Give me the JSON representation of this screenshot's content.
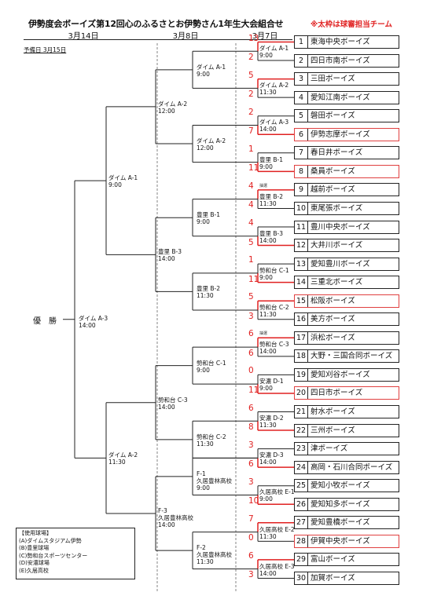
{
  "title": "伊勢度会ボーイズ第12回心のふるさとお伊勢さん1年生大会組合せ",
  "note": "※太枠は球審担当チーム",
  "dates": {
    "d1": "3月14日",
    "d2": "3月8日",
    "d3": "3月7日"
  },
  "yobi": "予備日 3月15日",
  "winner": "優　勝",
  "teams": [
    {
      "no": "1",
      "name": "東海中央ボーイズ",
      "bold": false
    },
    {
      "no": "2",
      "name": "四日市南ボーイズ",
      "bold": false
    },
    {
      "no": "3",
      "name": "三田ボーイズ",
      "bold": false
    },
    {
      "no": "4",
      "name": "愛知江南ボーイズ",
      "bold": false
    },
    {
      "no": "5",
      "name": "磐田ボーイズ",
      "bold": false
    },
    {
      "no": "6",
      "name": "伊勢志摩ボーイズ",
      "bold": true
    },
    {
      "no": "7",
      "name": "春日井ボーイズ",
      "bold": false
    },
    {
      "no": "8",
      "name": "桑員ボーイズ",
      "bold": true
    },
    {
      "no": "9",
      "name": "越前ボーイズ",
      "bold": false
    },
    {
      "no": "10",
      "name": "東尾張ボーイズ",
      "bold": false
    },
    {
      "no": "11",
      "name": "豊川中央ボーイズ",
      "bold": false
    },
    {
      "no": "12",
      "name": "大井川ボーイズ",
      "bold": false
    },
    {
      "no": "13",
      "name": "愛知豊川ボーイズ",
      "bold": false
    },
    {
      "no": "14",
      "name": "三重北ボーイズ",
      "bold": false
    },
    {
      "no": "15",
      "name": "松阪ボーイズ",
      "bold": true
    },
    {
      "no": "16",
      "name": "美方ボーイズ",
      "bold": false
    },
    {
      "no": "17",
      "name": "浜松ボーイズ",
      "bold": false
    },
    {
      "no": "18",
      "name": "大野・三国合同ボーイズ",
      "bold": false
    },
    {
      "no": "19",
      "name": "愛知刈谷ボーイズ",
      "bold": false
    },
    {
      "no": "20",
      "name": "四日市ボーイズ",
      "bold": true
    },
    {
      "no": "21",
      "name": "射水ボーイズ",
      "bold": false
    },
    {
      "no": "22",
      "name": "三州ボーイズ",
      "bold": false
    },
    {
      "no": "23",
      "name": "津ボーイズ",
      "bold": false
    },
    {
      "no": "24",
      "name": "高岡・石川合同ボーイズ",
      "bold": false
    },
    {
      "no": "25",
      "name": "愛知小牧ボーイズ",
      "bold": false
    },
    {
      "no": "26",
      "name": "愛知知多ボーイズ",
      "bold": false
    },
    {
      "no": "27",
      "name": "愛知豊橋ボーイズ",
      "bold": false
    },
    {
      "no": "28",
      "name": "伊賀中央ボーイズ",
      "bold": true
    },
    {
      "no": "29",
      "name": "富山ボーイズ",
      "bold": false
    },
    {
      "no": "30",
      "name": "加賀ボーイズ",
      "bold": false
    }
  ],
  "r1": [
    {
      "label": "ダイム A-1\n9:00",
      "s1": "13",
      "s2": "2",
      "small": ""
    },
    {
      "label": "ダイム A-2\n11:30",
      "s1": "5",
      "s2": "2",
      "small": ""
    },
    {
      "label": "ダイム A-3\n14:00",
      "s1": "2",
      "s2": "7",
      "small": ""
    },
    {
      "label": "豊里 B-1\n9:00",
      "s1": "1",
      "s2": "11",
      "small": ""
    },
    {
      "label": "豊里 B-2\n11:30",
      "s1": "4",
      "s2": "4",
      "small": "抽選"
    },
    {
      "label": "豊里 B-3\n14:00",
      "s1": "4",
      "s2": "5",
      "small": ""
    },
    {
      "label": "勢和台 C-1\n9:00",
      "s1": "1",
      "s2": "11",
      "small": ""
    },
    {
      "label": "勢和台 C-2\n11:30",
      "s1": "5",
      "s2": "3",
      "small": ""
    },
    {
      "label": "勢和台 C-3\n14:00",
      "s1": "6",
      "s2": "6",
      "small": "抽選"
    },
    {
      "label": "安濃 D-1\n9:00",
      "s1": "0",
      "s2": "11",
      "small": ""
    },
    {
      "label": "安濃 D-2\n11:30",
      "s1": "6",
      "s2": "8",
      "small": ""
    },
    {
      "label": "安濃 D-3\n14:00",
      "s1": "3",
      "s2": "6",
      "small": ""
    },
    {
      "label": "久居高校 E-1\n9:00",
      "s1": "3",
      "s2": "10",
      "small": ""
    },
    {
      "label": "久居高校 E-2\n11:30",
      "s1": "7",
      "s2": "0",
      "small": ""
    },
    {
      "label": "久居高校 E-3\n14:00",
      "s1": "6",
      "s2": "3",
      "small": ""
    }
  ],
  "r2": [
    {
      "label": "ダイム A-1\n9:00"
    },
    {
      "label": "ダイム A-2\n12:00"
    },
    {
      "label": "豊里 B-1\n9:00"
    },
    {
      "label": "豊里 B-2\n11:30"
    },
    {
      "label": "勢和台 C-1\n9:00"
    },
    {
      "label": "勢和台 C-2\n11:30"
    },
    {
      "label": "F-1\n久居豊林高校\n9:00"
    },
    {
      "label": "F-2\n久居豊林高校\n11:30"
    }
  ],
  "r3": [
    {
      "label": "豊里 B-3\n14:00"
    },
    {
      "label": "勢和台 C-3\n14:00"
    },
    {
      "label": "F-3\n久居豊林高校\n14:00"
    }
  ],
  "r4": [
    {
      "label": "ダイム A-1\n9:00"
    },
    {
      "label": "ダイム A-2\n11:30"
    }
  ],
  "final": {
    "label": "ダイム A-3\n14:00"
  },
  "legend": {
    "title": "【使用球場】",
    "items": [
      "(A)ダイムスタジアム伊勢",
      "(B)豊里球場",
      "(C)勢和台スポーツセンター",
      "(D)安濃球場",
      "(E)久居高校"
    ]
  },
  "colors": {
    "accent": "#e02020",
    "line": "#222222"
  }
}
